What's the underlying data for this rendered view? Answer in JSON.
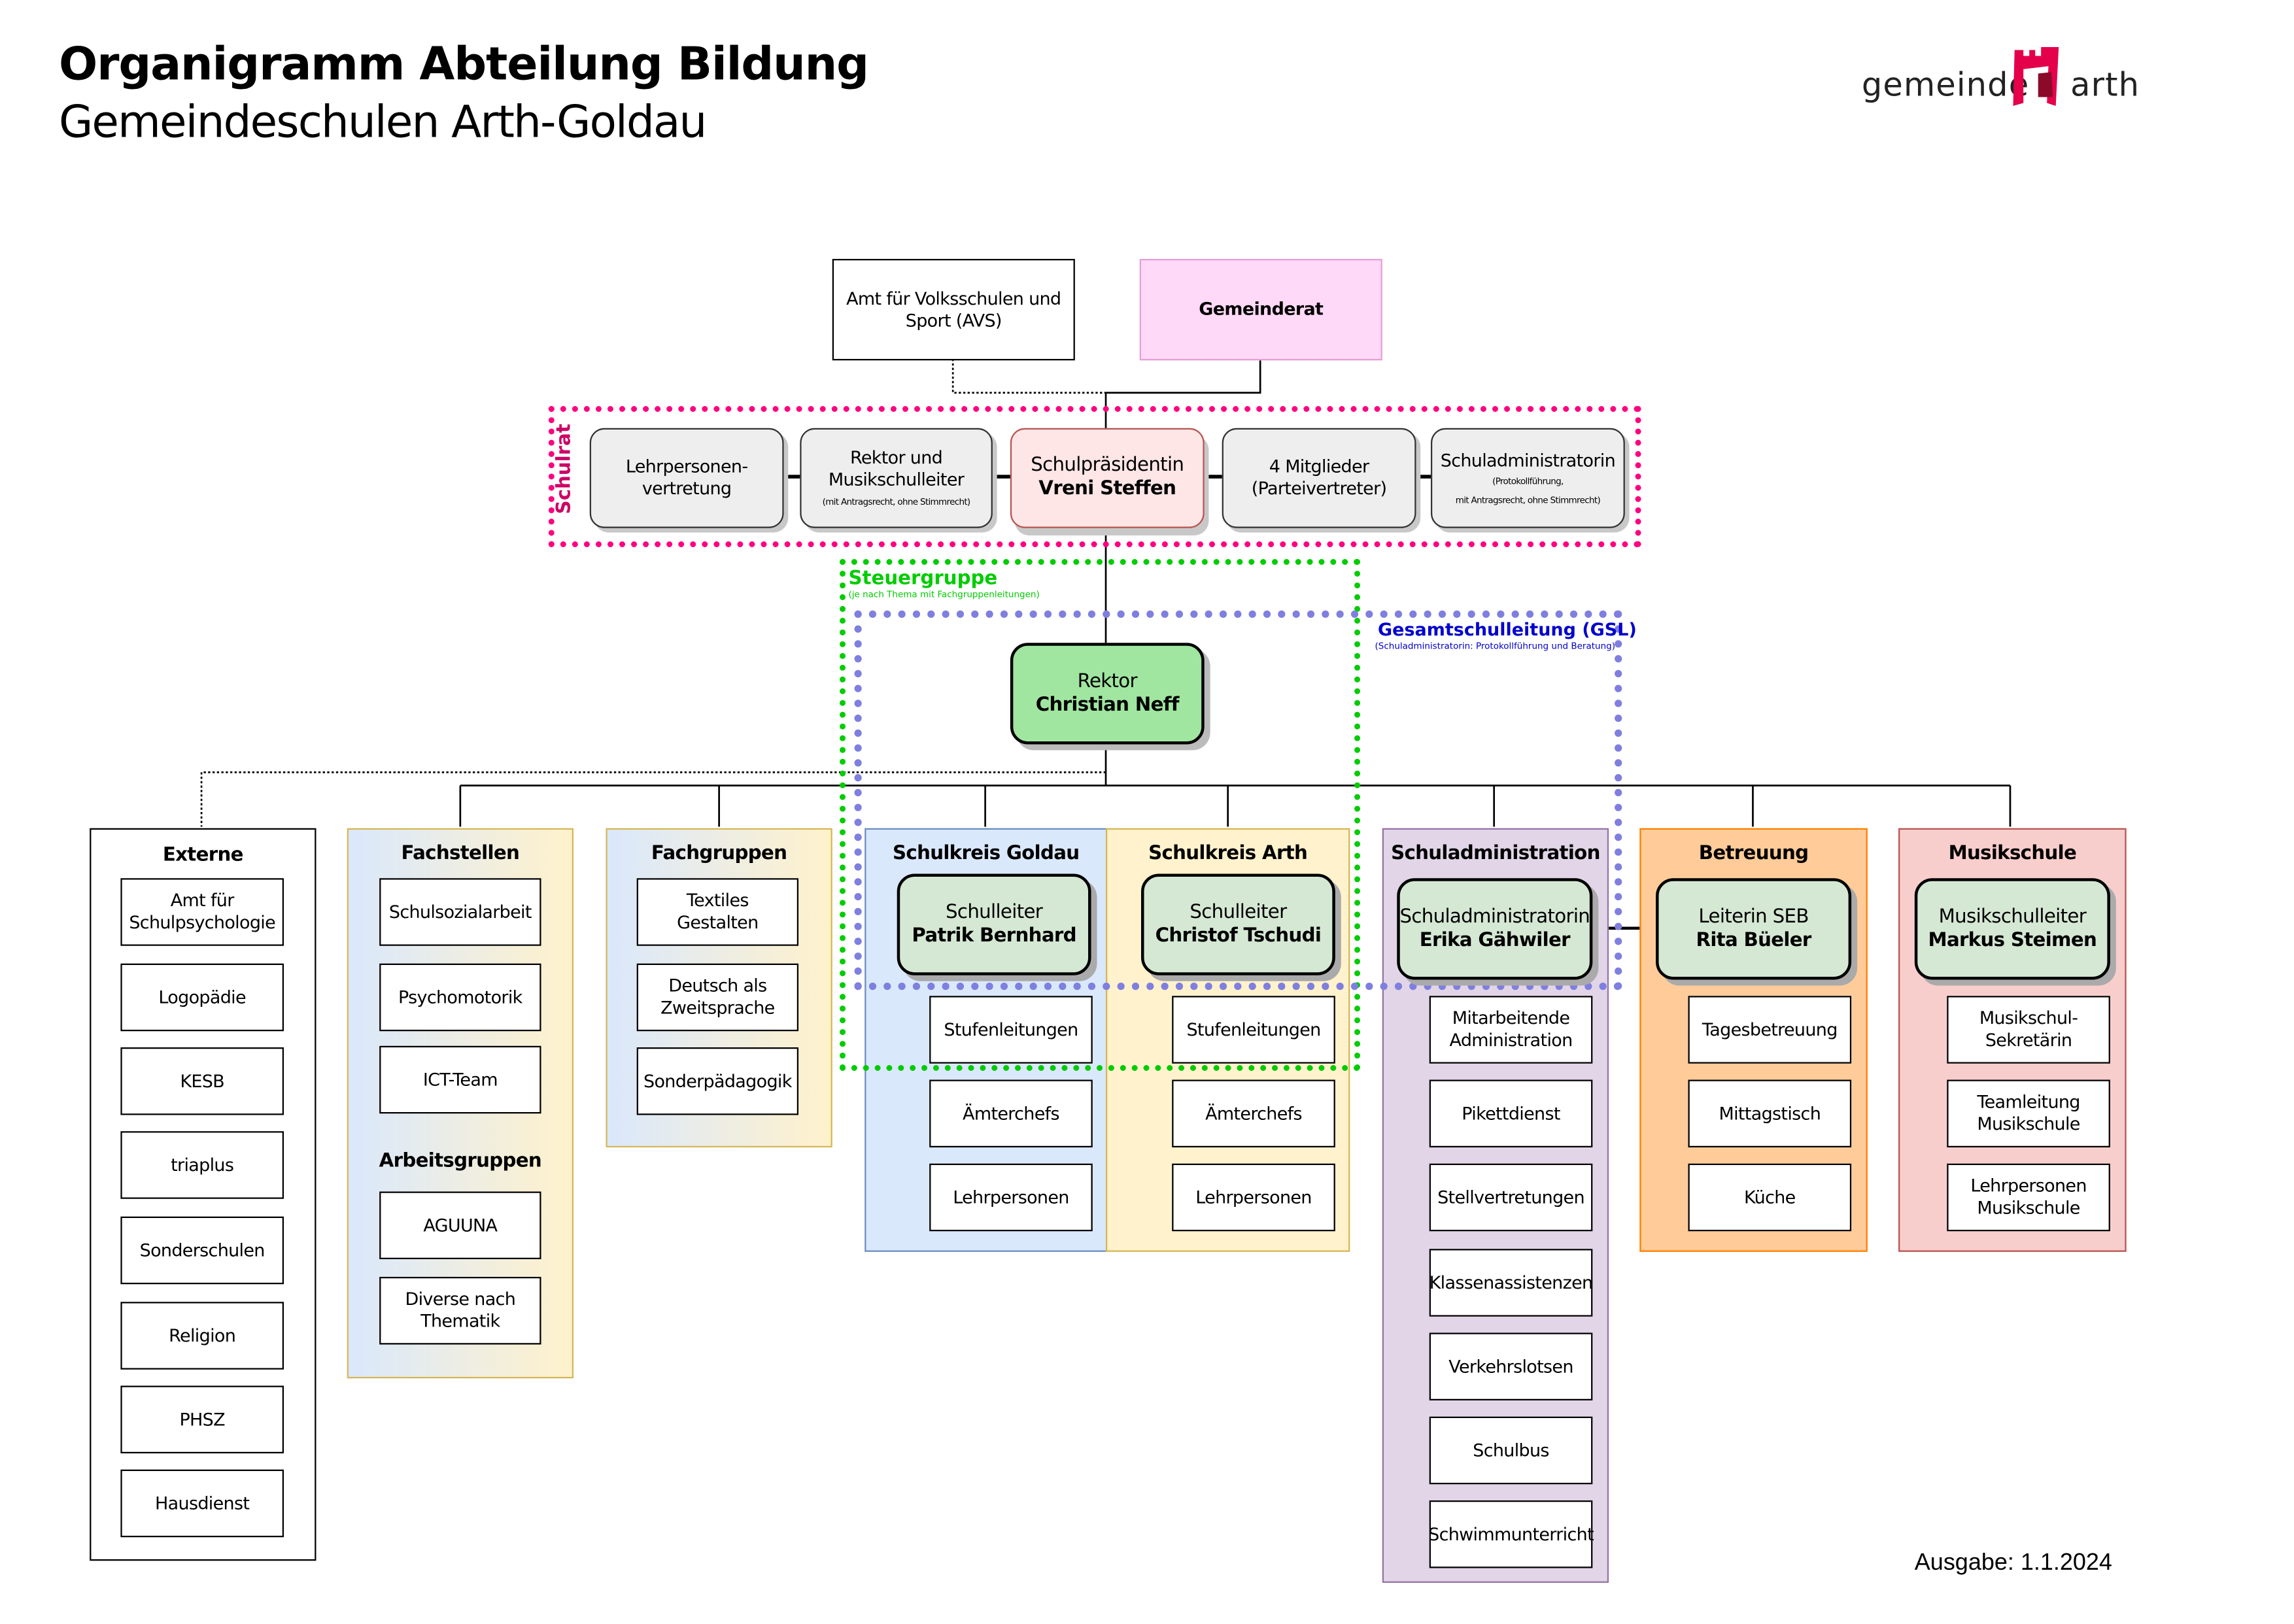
{
  "header": {
    "title": "Organigramm Abteilung Bildung",
    "subtitle": "Gemeindeschulen Arth-Goldau"
  },
  "logo": {
    "text_left": "gemeinde",
    "text_right": "arth",
    "icon": "castle-tower-logo-icon"
  },
  "top": {
    "avs": "Amt für Volksschulen und Sport (AVS)",
    "gemeinderat": "Gemeinderat"
  },
  "schulrat": {
    "label": "Schulrat",
    "members": [
      {
        "line1": "Lehrpersonen-",
        "line2": "vertretung"
      },
      {
        "line1": "Rektor und Musikschulleiter",
        "note": "(mit Antragsrecht, ohne Stimmrecht)"
      },
      {
        "role": "Schulpräsidentin",
        "name": "Vreni Steffen"
      },
      {
        "line1": "4 Mitglieder",
        "line2": "(Parteivertreter)"
      },
      {
        "line1": "Schuladministratorin",
        "note1": "(Protokollführung,",
        "note2": "mit Antragsrecht, ohne Stimmrecht)"
      }
    ]
  },
  "steuergruppe": {
    "title": "Steuergruppe",
    "note": "(je nach Thema mit Fachgruppenleitungen)"
  },
  "gsl": {
    "title": "Gesamtschulleitung (GSL)",
    "note": "(Schuladministratorin: Protokollführung und Beratung)"
  },
  "rektor": {
    "role": "Rektor",
    "name": "Christian Neff"
  },
  "externe": {
    "title": "Externe",
    "items": [
      "Amt für Schulpsychologie",
      "Logopädie",
      "KESB",
      "triaplus",
      "Sonderschulen",
      "Religion",
      "PHSZ",
      "Hausdienst"
    ]
  },
  "fachstellen": {
    "title": "Fachstellen",
    "items": [
      "Schulsozialarbeit",
      "Psychomotorik",
      "ICT-Team"
    ],
    "arbeitsgruppen_title": "Arbeitsgruppen",
    "arbeitsgruppen": [
      "AGUUNA",
      "Diverse nach Thematik"
    ]
  },
  "fachgruppen": {
    "title": "Fachgruppen",
    "items": [
      "Textiles Gestalten",
      "Deutsch als Zweitsprache",
      "Sonderpädagogik"
    ]
  },
  "goldau": {
    "title": "Schulkreis Goldau",
    "role": "Schulleiter",
    "name": "Patrik Bernhard",
    "items": [
      "Stufenleitungen",
      "Ämterchefs",
      "Lehrpersonen"
    ]
  },
  "arth": {
    "title": "Schulkreis Arth",
    "role": "Schulleiter",
    "name": "Christof Tschudi",
    "items": [
      "Stufenleitungen",
      "Ämterchefs",
      "Lehrpersonen"
    ]
  },
  "admin": {
    "title": "Schuladministration",
    "role": "Schuladministratorin",
    "name": "Erika Gähwiler",
    "items": [
      "Mitarbeitende Administration",
      "Pikettdienst",
      "Stellvertretungen",
      "Klassenassistenzen",
      "Verkehrslotsen",
      "Schulbus",
      "Schwimmunterricht"
    ]
  },
  "betreuung": {
    "title": "Betreuung",
    "role": "Leiterin SEB",
    "name": "Rita Büeler",
    "items": [
      "Tagesbetreuung",
      "Mittagstisch",
      "Küche"
    ]
  },
  "musikschule": {
    "title": "Musikschule",
    "role": "Musikschulleiter",
    "name": "Markus Steimen",
    "items": [
      "Musikschul-Sekretärin",
      "Teamleitung Musikschule",
      "Lehrpersonen Musikschule"
    ]
  },
  "footer": {
    "edition": "Ausgabe: 1.1.2024"
  },
  "colors": {
    "schulrat": "#ff0080",
    "steuergruppe": "#00cc00",
    "gsl": "#7f7fe0",
    "gsl_text": "#0000cc",
    "gemeinderat": "#ffd9f7",
    "rektor": "#a0e6a0",
    "logo": "#e4004b"
  }
}
